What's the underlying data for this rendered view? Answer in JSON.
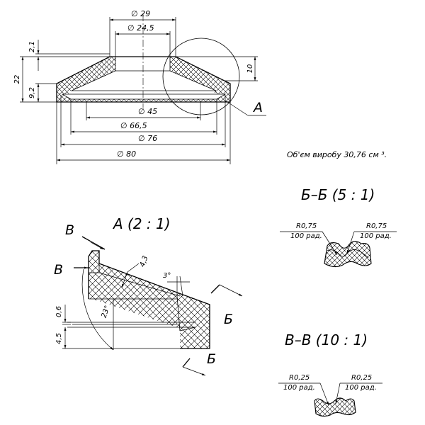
{
  "main_view": {
    "dia_29": "∅ 29",
    "dia_24_5": "∅ 24,5",
    "dia_45": "∅ 45",
    "dia_66_5": "∅ 66,5",
    "dia_76": "∅ 76",
    "dia_80": "∅ 80",
    "h_2_1": "2,1",
    "h_22": "22",
    "h_9_2": "9,2",
    "h_10": "10",
    "detail_callout": "A"
  },
  "volume_note": "Об'єм виробу 30,76 см ³.",
  "section_bb": {
    "title": "Б–Б  (5 : 1)",
    "left_radius": "R0,75",
    "left_count": "100 рад.",
    "right_radius": "R0,75",
    "right_count": "100 рад."
  },
  "section_vv": {
    "title": "В–В  (10 : 1)",
    "left_radius": "R0,25",
    "left_count": "100 рад.",
    "right_radius": "R0,25",
    "right_count": "100 рад."
  },
  "detail_a": {
    "title": "А  (2 : 1)",
    "cut_v_upper": "В",
    "cut_v_lower": "В",
    "cut_b_upper": "Б",
    "cut_b_lower": "Б",
    "dim_4_3": "4,3",
    "dim_3deg": "3°",
    "dim_23deg": "23°",
    "dim_0_6": "0,6",
    "dim_4_5": "4,5"
  }
}
